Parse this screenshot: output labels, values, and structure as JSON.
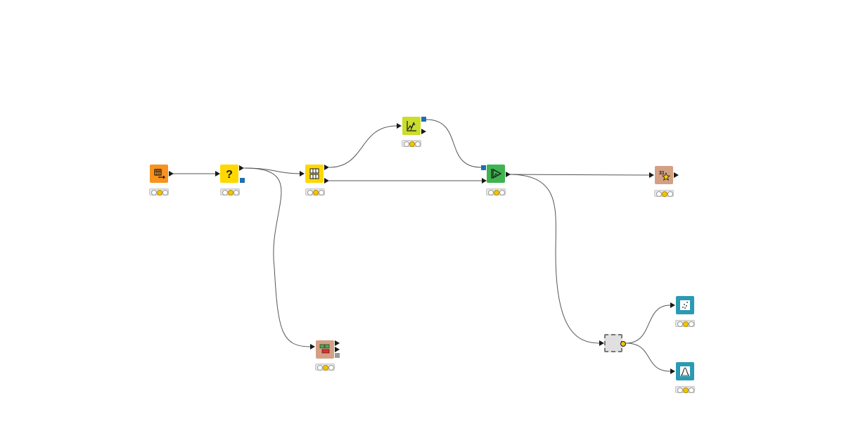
{
  "colors": {
    "reader": "#f7931e",
    "missing": "#ffd800",
    "partition": "#ffd800",
    "learner": "#c9de2c",
    "predictor": "#3fb34f",
    "scorer": "#d4a084",
    "component": "#e0e0e0",
    "viz": "#2b9ab3",
    "edge": "#555555",
    "port_data": "#1a1a1a",
    "port_model": "#1c6fb5",
    "port_gray": "#9a9a9a"
  },
  "nodes": [
    {
      "id": "csv-reader",
      "icon": "table-arrow-icon"
    },
    {
      "id": "missing-value",
      "icon": "question-mark-icon",
      "glyph": "?"
    },
    {
      "id": "partitioning",
      "icon": "partition-grid-icon"
    },
    {
      "id": "learner",
      "icon": "chart-learn-icon"
    },
    {
      "id": "predictor",
      "icon": "play-predict-icon"
    },
    {
      "id": "scorer",
      "icon": "score-star-icon",
      "glyph": "31"
    },
    {
      "id": "table-manipulator",
      "icon": "table-split-icon"
    },
    {
      "id": "component",
      "icon": "dashed-box-icon"
    },
    {
      "id": "scatter-view",
      "icon": "scatter-plot-icon"
    },
    {
      "id": "distribution-view",
      "icon": "bell-curve-icon"
    }
  ]
}
